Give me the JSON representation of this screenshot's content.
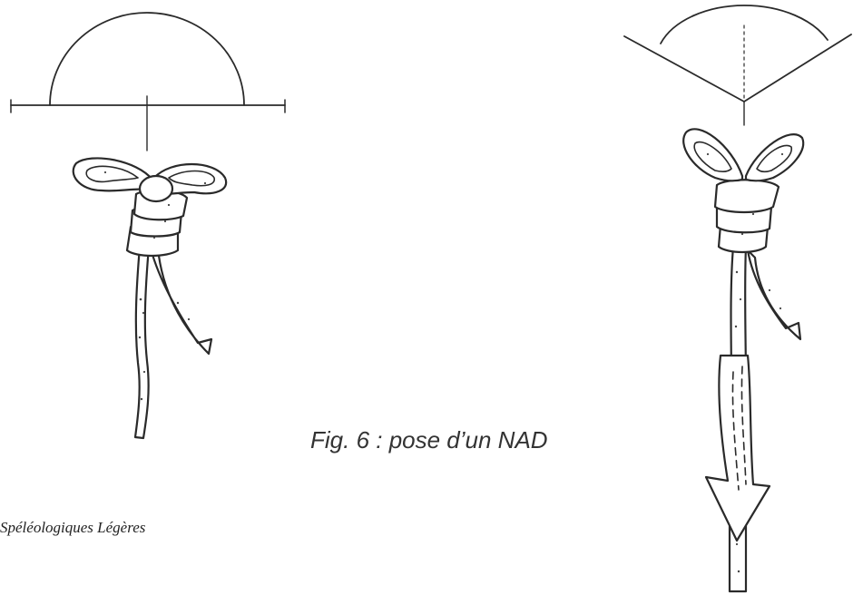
{
  "caption": "Fig. 6 : pose d’un NAD",
  "footer_fragment": "Spéléologiques Légères",
  "colors": {
    "ink": "#2a2a2a",
    "paper": "#ffffff",
    "caption_text": "#333333"
  },
  "figures": [
    {
      "id": "left",
      "description_icon": "knot-dome-anchor"
    },
    {
      "id": "right",
      "description_icon": "knot-v-anchor-with-load-arrow"
    }
  ]
}
